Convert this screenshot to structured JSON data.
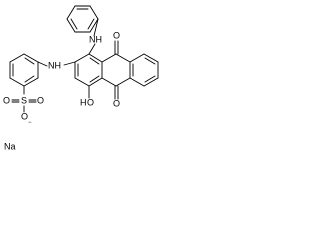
{
  "labels": {
    "nh_top": "NH",
    "nh_left": "NH",
    "o_top": "O",
    "o_bottom": "O",
    "oh_h": "H",
    "oh_o": "O",
    "s": "S",
    "o_s_left": "O",
    "o_s_right": "O",
    "o_minus": "O",
    "minus": "−",
    "na": "Na"
  }
}
